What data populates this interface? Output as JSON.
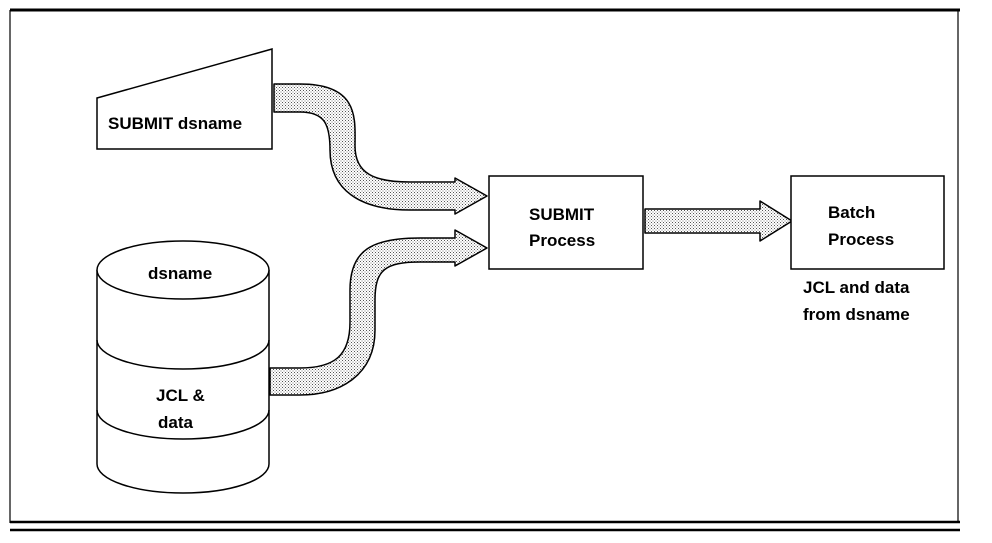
{
  "input_card": {
    "text": "SUBMIT dsname"
  },
  "dataset": {
    "name": "dsname",
    "content_line1": "JCL &",
    "content_line2": "data"
  },
  "submit_process": {
    "line1": "SUBMIT",
    "line2": "Process"
  },
  "batch_process": {
    "line1": "Batch",
    "line2": "Process"
  },
  "batch_note": {
    "line1": "JCL and data",
    "line2": "from dsname"
  },
  "colors": {
    "line": "#000000",
    "background": "#ffffff",
    "arrow_dots": "#555555"
  }
}
